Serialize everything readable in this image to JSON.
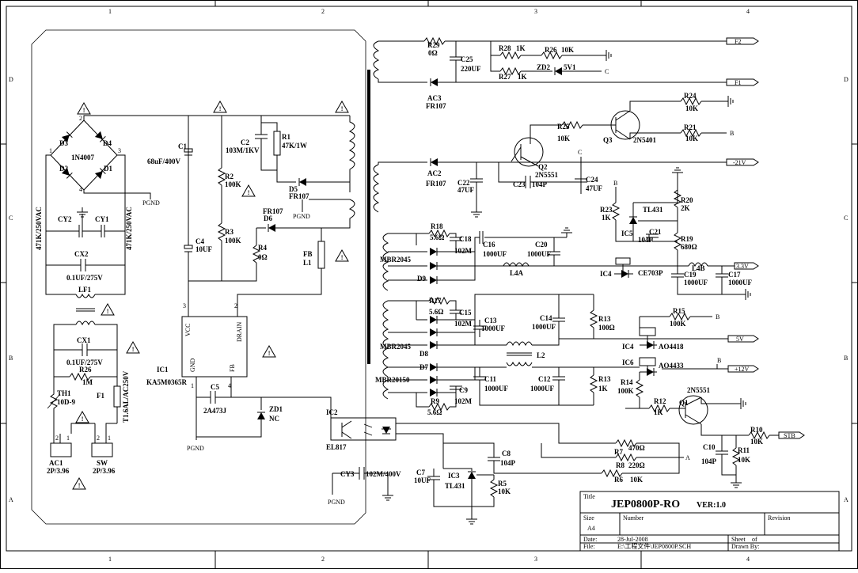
{
  "border": {
    "columns": [
      "1",
      "2",
      "3",
      "4"
    ],
    "rows": [
      "D",
      "C",
      "B",
      "A"
    ]
  },
  "title_block": {
    "title_label": "Title",
    "title": "JEP0800P-RO",
    "version": "VER:1.0",
    "size_label": "Size",
    "size_value": "A4",
    "number_label": "Number",
    "revision_label": "Revision",
    "date_label": "Date:",
    "date_value": "28-Jul-2008",
    "sheet_label": "Sheet",
    "sheet_of": "of",
    "file_label": "File:",
    "file_value": "E:\\工程文件\\JEP0800P.SCH",
    "drawn_label": "Drawn By:"
  },
  "components": {
    "bridge": {
      "d3": "D3",
      "d4": "D4",
      "d2": "D2",
      "d1": "D1",
      "part": "1N4007",
      "p1": "1",
      "p2": "2",
      "p3": "3",
      "p4": "4"
    },
    "c1": {
      "ref": "C1",
      "value": "68uF/400V"
    },
    "c2": {
      "ref": "C2",
      "value": "103M/1KV"
    },
    "r1": {
      "ref": "R1",
      "value": "47K/1W"
    },
    "r2": {
      "ref": "R2",
      "value": "100K"
    },
    "r3": {
      "ref": "R3",
      "value": "100K"
    },
    "r4": {
      "ref": "R4",
      "value": "0Ω"
    },
    "d5": {
      "ref": "D5",
      "value": "FR107"
    },
    "d6": {
      "ref": "D6",
      "value": "FR107"
    },
    "c4": {
      "ref": "C4",
      "value": "10UF"
    },
    "fb": {
      "ref": "FB",
      "value": "L1"
    },
    "cy2": {
      "ref": "CY2"
    },
    "cy1": {
      "ref": "CY1"
    },
    "cy_left_value": "471K/250VAC",
    "cy_right_value": "471K/250VAC",
    "cx2": {
      "ref": "CX2",
      "value": "0.1UF/275V"
    },
    "lf1": {
      "ref": "LF1"
    },
    "cx1": {
      "ref": "CX1",
      "value": "0.1UF/275V"
    },
    "r26": {
      "ref": "R26",
      "value": "1M"
    },
    "th1": {
      "ref": "TH1",
      "value": "10D-9"
    },
    "f1": {
      "ref": "F1",
      "value": "T1.6AL/AC250V"
    },
    "ac1": {
      "ref": "AC1",
      "value": "2P/3.96",
      "p1": "2",
      "p2": "1"
    },
    "sw": {
      "ref": "SW",
      "value": "2P/3.96",
      "p1": "2",
      "p2": "1"
    },
    "ic1": {
      "ref": "IC1",
      "part": "KA5M0365R",
      "vcc": "VCC",
      "drain": "DRAIN",
      "gnd": "GND",
      "fbpin": "FB",
      "pin3": "3",
      "pin2": "2",
      "pin1": "1",
      "pin4": "4"
    },
    "c5": {
      "ref": "C5",
      "value": "2A473J"
    },
    "zd1": {
      "ref": "ZD1",
      "value": "NC"
    },
    "ic2": {
      "ref": "IC2",
      "part": "EL817"
    },
    "cy3": {
      "ref": "CY3",
      "value": "102M/400V"
    },
    "pgnd": "PGND",
    "r29": {
      "ref": "R29",
      "value": "0Ω"
    },
    "c25": {
      "ref": "C25",
      "value": "220UF"
    },
    "r28": {
      "ref": "R28",
      "value": "1K"
    },
    "r26b": {
      "ref": "R26",
      "value": "10K"
    },
    "r27": {
      "ref": "R27",
      "value": "1K"
    },
    "zd2": {
      "ref": "ZD2",
      "value": "5V1"
    },
    "ac3": {
      "ref": "AC3",
      "value": "FR107"
    },
    "r24": {
      "ref": "R24",
      "value": "10K"
    },
    "r25": {
      "ref": "R25",
      "value": "10K"
    },
    "q3": {
      "ref": "Q3",
      "part": "2N5401"
    },
    "r21": {
      "ref": "R21",
      "value": "10K"
    },
    "q2": {
      "ref": "Q2",
      "part": "2N5551"
    },
    "ac2": {
      "ref": "AC2",
      "value": "FR107"
    },
    "c22": {
      "ref": "C22",
      "value": "47UF"
    },
    "c23": {
      "ref": "C23",
      "value": "104P"
    },
    "c24": {
      "ref": "C24",
      "value": "47UF"
    },
    "r23": {
      "ref": "R23",
      "value": "1K"
    },
    "tl431a": {
      "ref": "TL431"
    },
    "r20": {
      "ref": "R20",
      "value": "2K"
    },
    "ic5": {
      "ref": "IC5"
    },
    "c21": {
      "ref": "C21",
      "value": "104P"
    },
    "r19": {
      "ref": "R19",
      "value": "680Ω"
    },
    "r18": {
      "ref": "R18",
      "value": "5.6Ω"
    },
    "c18": {
      "ref": "C18",
      "value": "102M"
    },
    "c16": {
      "ref": "C16",
      "value": "1000UF"
    },
    "c20": {
      "ref": "C20",
      "value": "1000UF"
    },
    "d9": {
      "ref": "D9"
    },
    "mbr2045a": "MBR2045",
    "l4a": {
      "ref": "L4A"
    },
    "l4b": {
      "ref": "L4B"
    },
    "ic4a": {
      "ref": "IC4",
      "part": "CE703P"
    },
    "c19": {
      "ref": "C19",
      "value": "1000UF"
    },
    "c17": {
      "ref": "C17",
      "value": "1000UF"
    },
    "r17": {
      "ref": "R17",
      "value": "5.6Ω"
    },
    "c15": {
      "ref": "C15",
      "value": "102M"
    },
    "c13": {
      "ref": "C13",
      "value": "1000UF"
    },
    "c14": {
      "ref": "C14",
      "value": "1000UF"
    },
    "r13a": {
      "ref": "R13",
      "value": "100Ω"
    },
    "r15": {
      "ref": "R15",
      "value": "100K"
    },
    "ic4b": {
      "ref": "IC4",
      "part": "AO4418"
    },
    "d8": {
      "ref": "D8"
    },
    "mbr2045b": "MBR2045",
    "l2": {
      "ref": "L2"
    },
    "ic6": {
      "ref": "IC6",
      "part": "AO4433"
    },
    "d7": {
      "ref": "D7"
    },
    "mbr20150": "MBR20150",
    "c11": {
      "ref": "C11",
      "value": "1000UF"
    },
    "c12": {
      "ref": "C12",
      "value": "1000UF"
    },
    "r13b": {
      "ref": "R13",
      "value": "1K"
    },
    "r14": {
      "ref": "R14",
      "value": "100K"
    },
    "c9": {
      "ref": "C9",
      "value": "102M"
    },
    "r9": {
      "ref": "R9",
      "value": "5.6Ω"
    },
    "r12": {
      "ref": "R12",
      "value": "1K"
    },
    "q1": {
      "ref": "Q1",
      "part": "2N5551"
    },
    "r10": {
      "ref": "R10",
      "value": "10K"
    },
    "c10": {
      "ref": "C10",
      "value": "104P"
    },
    "r11": {
      "ref": "R11",
      "value": "10K"
    },
    "r7": {
      "ref": "R7",
      "value": "470Ω"
    },
    "r8": {
      "ref": "R8",
      "value": "220Ω"
    },
    "r6": {
      "ref": "R6",
      "value": "10K"
    },
    "c8": {
      "ref": "C8",
      "value": "104P"
    },
    "c7": {
      "ref": "C7",
      "value": "10UF"
    },
    "ic3": {
      "ref": "IC3",
      "part": "TL431"
    },
    "r5": {
      "ref": "R5",
      "value": "10K"
    }
  },
  "nets": {
    "f2": "F2",
    "f1": "F1",
    "neg21": "-21V",
    "v33": "3.3V",
    "v5": "5V",
    "v12": "+12V",
    "stb": "STB",
    "b": "B",
    "c": "C",
    "a": "A"
  },
  "warning_symbol": "!"
}
